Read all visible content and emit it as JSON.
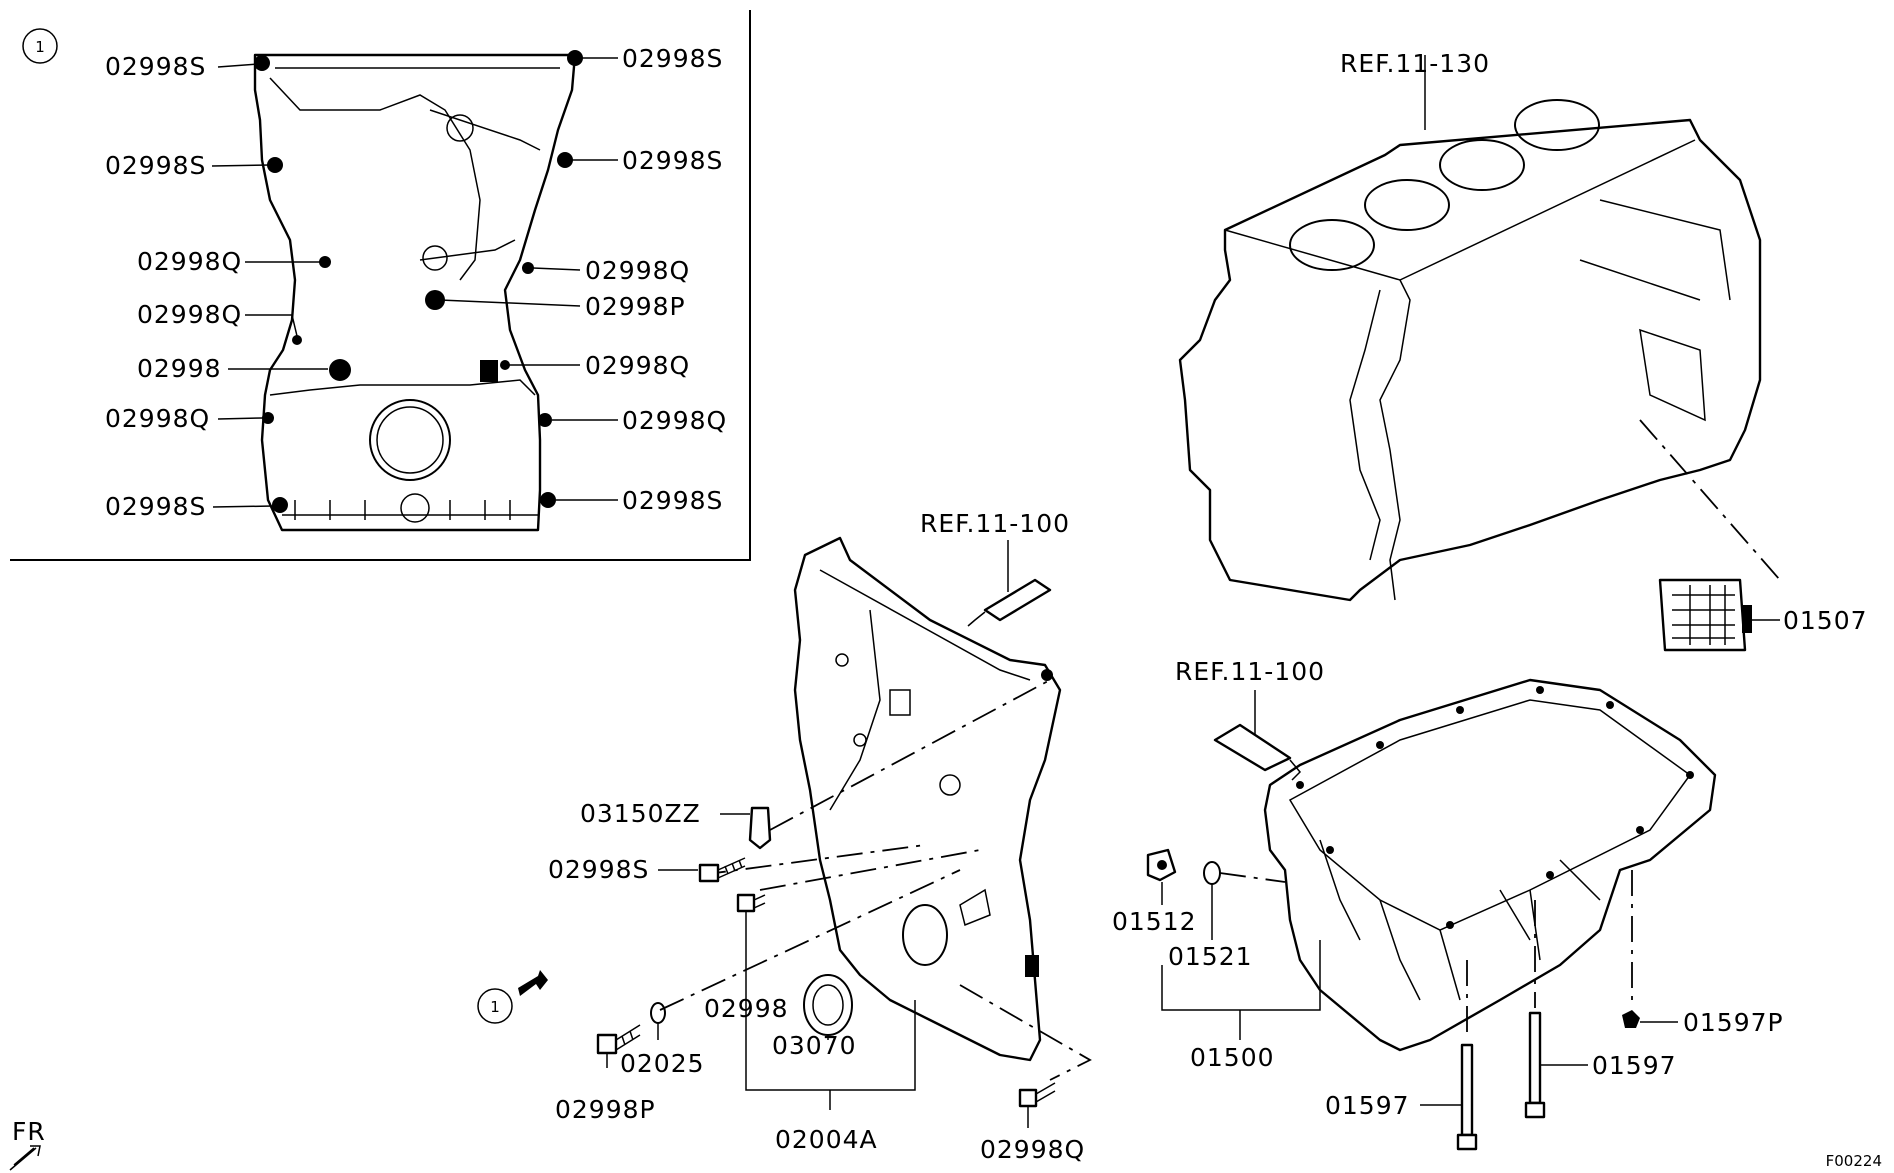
{
  "diagram": {
    "figure_id": "F00224",
    "orientation_label": "FR",
    "callout_number": "1",
    "detail_view": {
      "labels": {
        "s_top_left": "02998S",
        "s_top_right": "02998S",
        "s_upper_left": "02998S",
        "s_upper_right": "02998S",
        "q_left_1": "02998Q",
        "q_right_1": "02998Q",
        "q_left_2": "02998Q",
        "p_right": "02998P",
        "plain_left": "02998",
        "q_right_2": "02998Q",
        "q_left_3": "02998Q",
        "q_right_3": "02998Q",
        "s_bottom_left": "02998S",
        "s_bottom_right": "02998S"
      }
    },
    "cylinder_block": {
      "ref": "REF.11-130"
    },
    "oil_screen": {
      "part_no": "01507"
    },
    "timing_cover": {
      "ref": "REF.11-100",
      "parts": {
        "bracket": "03150ZZ",
        "bolt_s": "02998S",
        "bolt_plain": "02998",
        "oil_seal": "03070",
        "washer": "02025",
        "bolt_p": "02998P",
        "cover_assy": "02004A",
        "bolt_q": "02998Q"
      }
    },
    "oil_pan": {
      "ref": "REF.11-100",
      "parts": {
        "drain_plug": "01512",
        "gasket": "01521",
        "pan_assy": "01500",
        "bolt_p": "01597P",
        "bolt_long_right": "01597",
        "bolt_long_left": "01597"
      }
    }
  }
}
